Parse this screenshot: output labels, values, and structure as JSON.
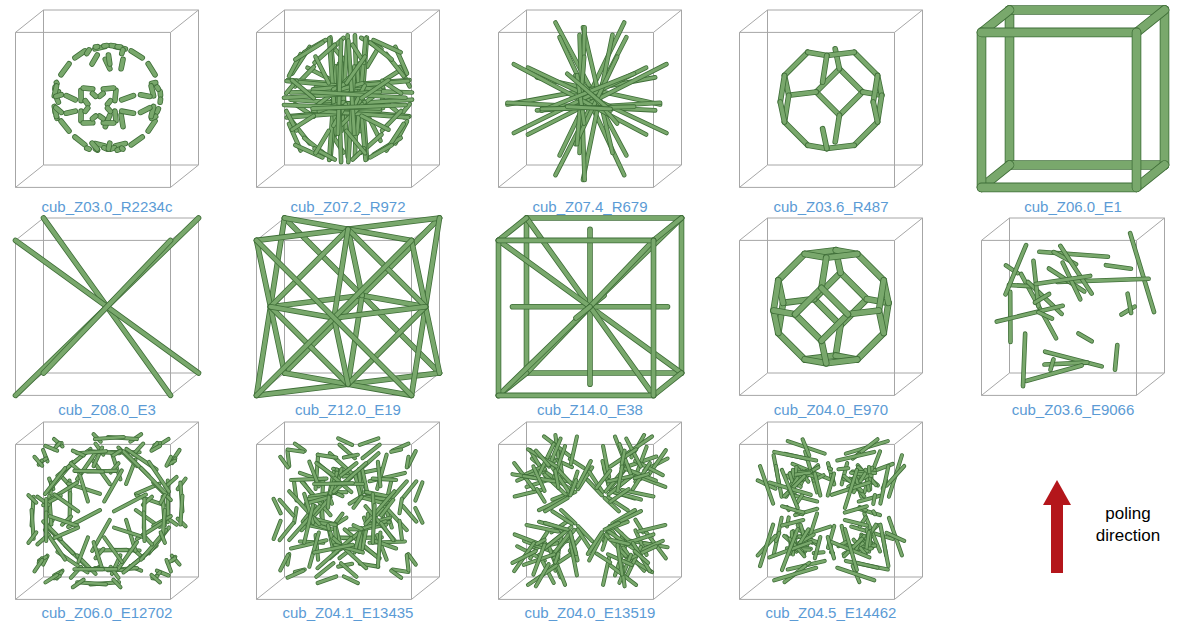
{
  "diagram": {
    "labels": [
      "cub_Z03.0_R2234c",
      "cub_Z07.2_R972",
      "cub_Z07.4_R679",
      "cub_Z03.6_R487",
      "cub_Z06.0_E1",
      "cub_Z08.0_E3",
      "cub_Z12.0_E19",
      "cub_Z14.0_E38",
      "cub_Z04.0_E970",
      "cub_Z03.6_E9066",
      "cub_Z06.0_E12702",
      "cub_Z04.1_E13435",
      "cub_Z04.0_E13519",
      "cub_Z04.5_E14462",
      "poling direction"
    ]
  }
}
